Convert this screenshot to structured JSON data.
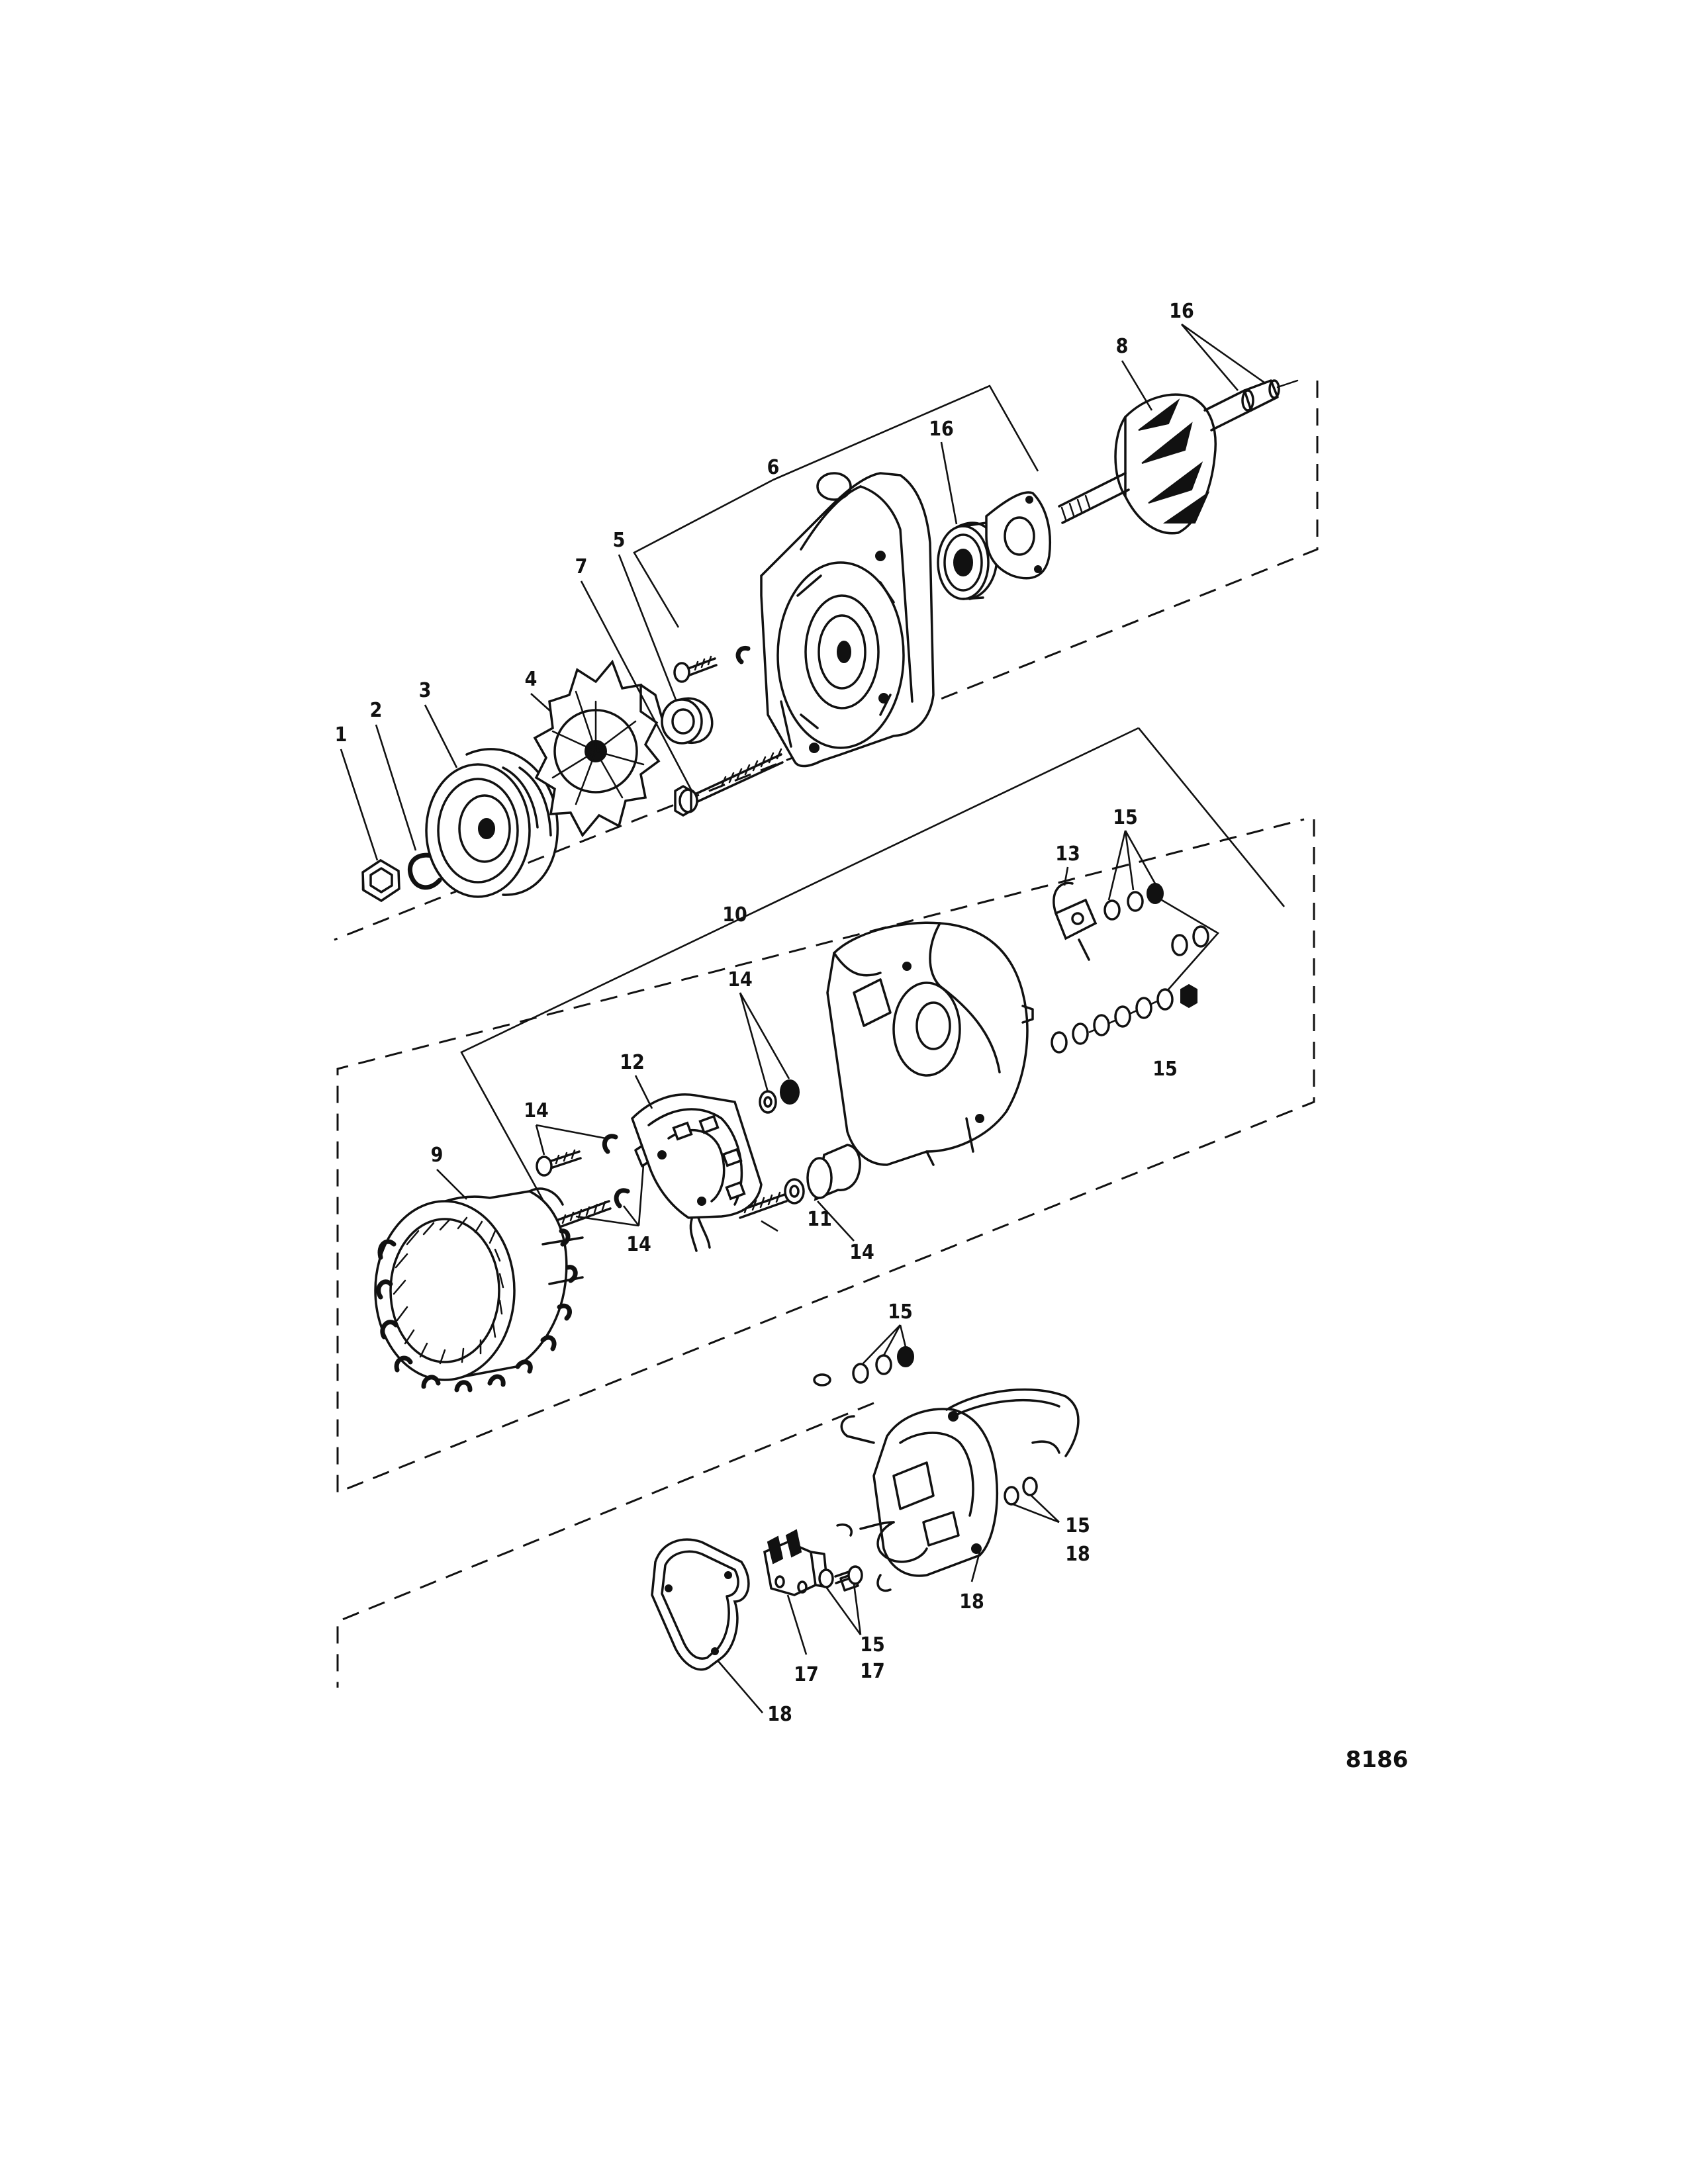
{
  "figure_number": "8186",
  "callouts": {
    "c1": "1",
    "c2": "2",
    "c3": "3",
    "c4": "4",
    "c5": "5",
    "c6": "6",
    "c7": "7",
    "c8": "8",
    "c9": "9",
    "c10": "10",
    "c11": "11",
    "c12": "12",
    "c13": "13",
    "c14a": "14",
    "c14b": "14",
    "c14c": "14",
    "c14d": "14",
    "c15a": "15",
    "c15b": "15",
    "c15c": "15",
    "c15d": "15",
    "c15e": "15",
    "c16a": "16",
    "c16b": "16",
    "c17a": "17",
    "c17b": "17",
    "c18a": "18",
    "c18b": "18",
    "c18c": "18"
  },
  "icons": {
    "nut": "hex-nut-icon",
    "ring": "retaining-ring-icon",
    "pulley": "pulley-icon",
    "fan": "fan-icon",
    "frame": "end-frame-icon",
    "bearing": "bearing-icon",
    "rotor": "rotor-icon",
    "stator": "stator-icon",
    "rectifier": "rectifier-plate-icon",
    "housing": "housing-icon",
    "cover": "rear-cover-icon",
    "brush": "brush-holder-icon",
    "gasket": "gasket-icon"
  },
  "colors": {
    "ink": "#111111",
    "paper": "#ffffff"
  }
}
